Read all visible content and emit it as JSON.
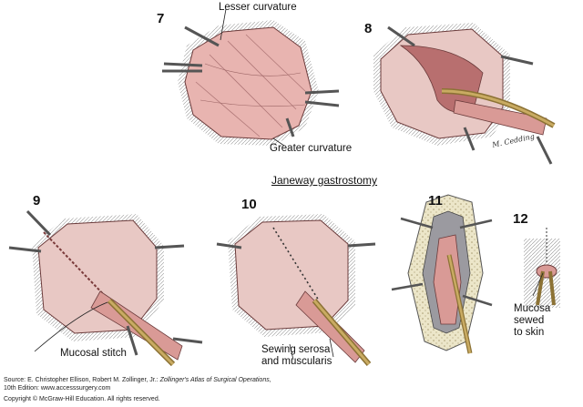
{
  "figure": {
    "title": "Janeway gastrostomy",
    "steps": [
      {
        "number": "7"
      },
      {
        "number": "8"
      },
      {
        "number": "9"
      },
      {
        "number": "10"
      },
      {
        "number": "11"
      },
      {
        "number": "12"
      }
    ],
    "labels": {
      "lesser_curvature": "Lesser curvature",
      "greater_curvature": "Greater curvature",
      "mucosal_stitch": "Mucosal stitch",
      "sewing_line1": "Sewing serosa",
      "sewing_line2": "and muscularis",
      "mucosa_line1": "Mucosa",
      "mucosa_line2": "sewed",
      "mucosa_line3": "to skin"
    },
    "signature": "M. Cedding",
    "source": {
      "line1_prefix": "Source: E. Christopher Ellison, Robert M. Zollinger, Jr.: ",
      "book_title": "Zollinger's Atlas of Surgical Operations",
      "line1_suffix": ",",
      "line2": "10th Edition: www.accesssurgery.com",
      "copyright": "Copyright © McGraw-Hill Education. All rights reserved."
    },
    "colors": {
      "tissue": "#e8b4b0",
      "tissue_dark": "#c98585",
      "tube": "#b79a55",
      "skin_wall": "#ece6c9"
    }
  }
}
